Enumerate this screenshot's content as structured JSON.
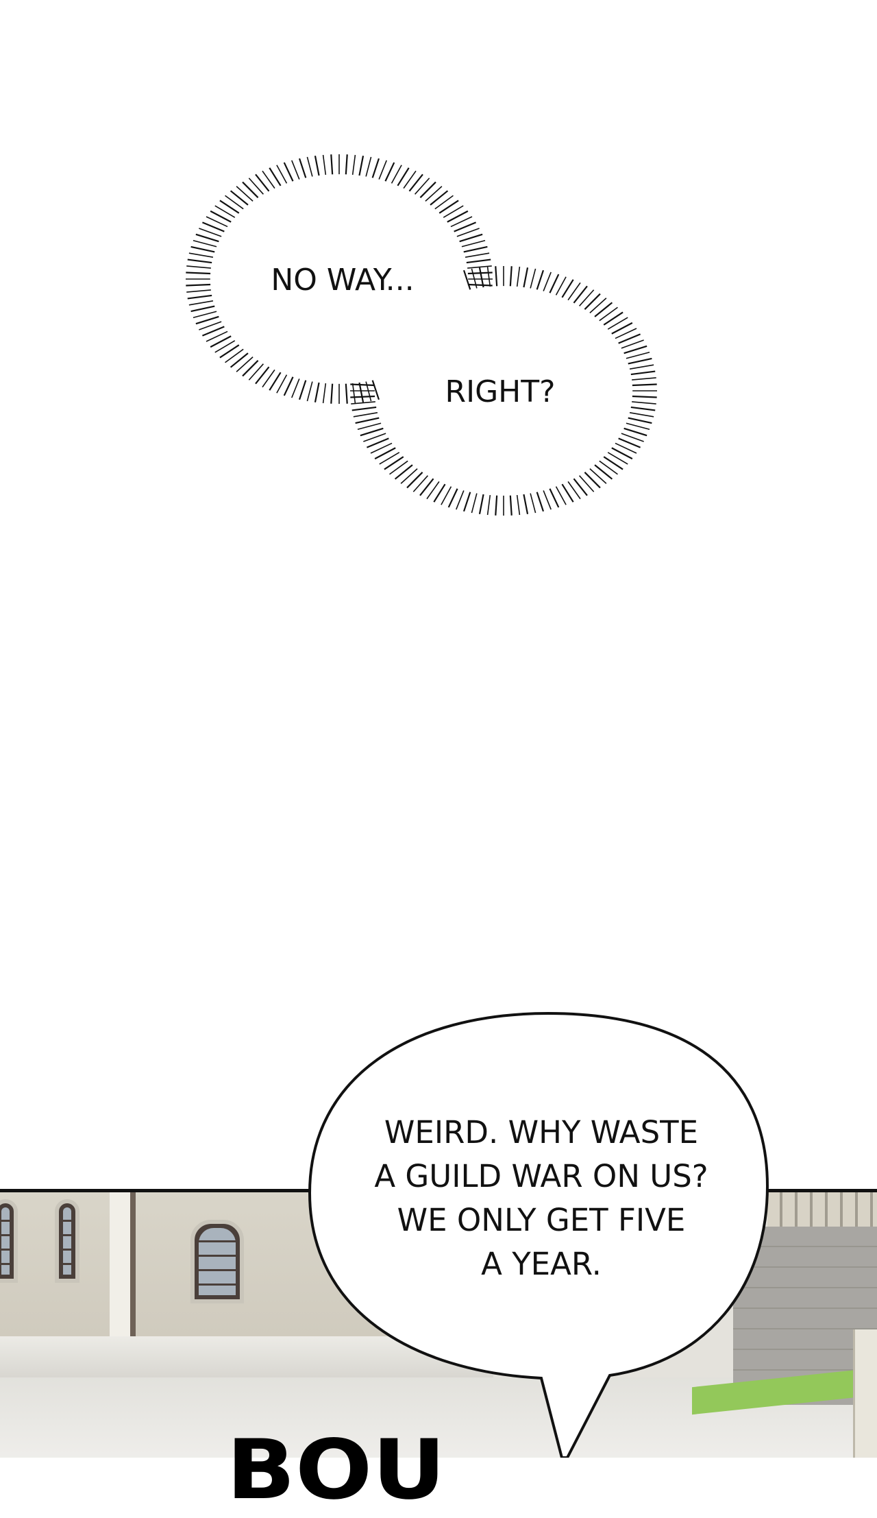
{
  "bubbles": {
    "thought_1": "NO WAY...",
    "thought_2": "RIGHT?"
  },
  "speech": {
    "lines": [
      "WEIRD. WHY WASTE",
      "A GUILD WAR ON US?",
      "WE ONLY GET FIVE",
      "A YEAR."
    ]
  },
  "sound_effect": "BOU",
  "colors": {
    "ink": "#111111",
    "grass": "#93c85a",
    "wall": "#d9d5c9"
  }
}
